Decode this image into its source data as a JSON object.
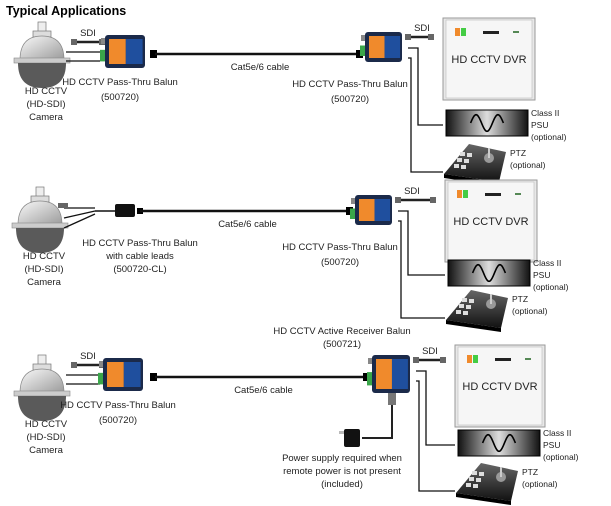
{
  "title": "Typical Applications",
  "colors": {
    "balun_blue": "#1f4f9e",
    "balun_orange": "#f08a2c",
    "terminal_green": "#3aa64a",
    "dvr_panel": "#e8e8e8"
  },
  "rows": [
    {
      "camera": [
        "HD CCTV",
        "(HD-SDI)",
        "Camera"
      ],
      "sdi_left": "SDI",
      "tx_balun": [
        "HD CCTV Pass-Thru Balun",
        "(500720)"
      ],
      "cable": "Cat5e/6 cable",
      "rx_balun": [
        "HD CCTV Pass-Thru Balun",
        "(500720)"
      ],
      "sdi_right": "SDI",
      "dvr": "HD CCTV DVR",
      "psu": [
        "Class II",
        "PSU",
        "(optional)"
      ],
      "ptz": [
        "PTZ",
        "(optional)"
      ]
    },
    {
      "camera": [
        "HD CCTV",
        "(HD-SDI)",
        "Camera"
      ],
      "tx_balun": [
        "HD CCTV Pass-Thru Balun",
        "with cable leads",
        "(500720-CL)"
      ],
      "cable": "Cat5e/6 cable",
      "rx_balun": [
        "HD CCTV Pass-Thru Balun",
        "(500720)"
      ],
      "sdi_right": "SDI",
      "dvr": "HD CCTV DVR",
      "psu": [
        "Class II",
        "PSU",
        "(optional)"
      ],
      "ptz": [
        "PTZ",
        "(optional)"
      ]
    },
    {
      "camera": [
        "HD CCTV",
        "(HD-SDI)",
        "Camera"
      ],
      "sdi_left": "SDI",
      "tx_balun": [
        "HD CCTV Pass-Thru Balun",
        "(500720)"
      ],
      "cable": "Cat5e/6 cable",
      "rx_balun": [
        "HD CCTV Active Receiver Balun",
        "(500721)"
      ],
      "sdi_right": "SDI",
      "dvr": "HD CCTV DVR",
      "power_supply": [
        "Power supply  required when",
        "remote power is not present",
        "(included)"
      ],
      "psu": [
        "Class II",
        "PSU",
        "(optional)"
      ],
      "ptz": [
        "PTZ",
        "(optional)"
      ]
    }
  ]
}
